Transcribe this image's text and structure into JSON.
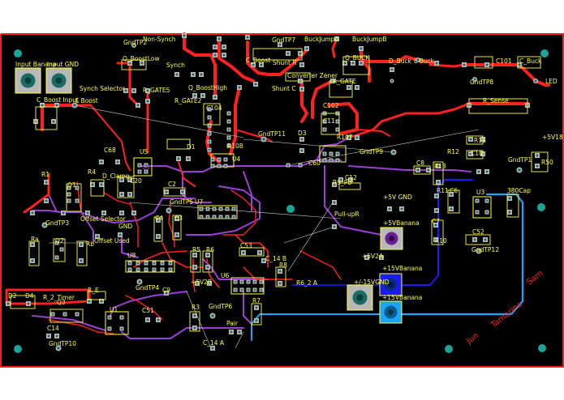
{
  "colors": {
    "board": "#000000",
    "outline": "#ff1a1a",
    "top_trace": "#ff2020",
    "bottom_trace": "#9b3fd6",
    "ground_trace": "#1aa6ff",
    "blue_trace": "#1a1aff",
    "silk": "#ffff3c",
    "pad": "#b8b8b8",
    "hole": "#1a6b63",
    "mount": "#1ca39a",
    "red_text": "#ff1a1a",
    "purple_text": "#9b3fd6"
  },
  "labels": {
    "GndTP2": "GndTP2",
    "NonSynch": "Non-Synch",
    "GndTP7": "GndTP7",
    "BuckJumpA": "BuckJumpA",
    "BuckJumpB": "BuckJumpB",
    "InputBanana": "Input Banana",
    "InputGND": "Input GND",
    "QBoostLow": "Q_BoostLow",
    "Synch": "Synch",
    "CBoost": "C_Boost",
    "ShuntR": "Shunt R",
    "QBuck": "Q_BUCK",
    "DBuck": "D_Buck",
    "LBuck": "L Buck",
    "C101": "C101",
    "CBuck": "C_Buck",
    "LED": "LED",
    "SynchSelector": "Synch Selector",
    "RGATE5": "R_GATE5",
    "QBoostHigh": "Q_BoostHigh",
    "ConverterZener": "Converter Zener",
    "ShuntC": "Shunt C",
    "RGATE": "R_GATE",
    "GndTP8": "GndTP8",
    "CBoostInput": "C_Boost Input",
    "LBoost": "L Boost",
    "RGATE2": "R_GATE2",
    "C104": "C104",
    "C102": "C102",
    "RSense": "R_Sense",
    "GndTP11": "GndTP11",
    "D3": "D3",
    "R107": "R107",
    "C11": "C11",
    "GndTP9": "GndTP9",
    "R108": "R108",
    "R16": "R16",
    "C10": "C10",
    "GndTP1": "GndTP1",
    "5V18": "+5V18",
    "C8": "C8",
    "C68": "C68",
    "U5": "U5",
    "D1": "D1",
    "U4": "U4",
    "R12": "R12",
    "R13": "R13",
    "R50": "R50",
    "C60": "C60",
    "R1": "R1",
    "R4": "R4",
    "DClamp": "D_Clamp",
    "C12": "C12",
    "U3": "U3",
    "Cap380": "380Cap",
    "C20": "C20",
    "C2": "C2",
    "Q1": "Q1",
    "GndTP5": "GndTP5",
    "U7": "U7",
    "R9Pullup": "R9_PU",
    "GND5V": "+5V GND",
    "R11": "R11",
    "C6": "C6",
    "GndTP3": "GndTP3",
    "OffsetSelector": "Offset Selector",
    "PullUpR": "Pull-upR",
    "Banana5V": "+5VBanana",
    "C7": "C7",
    "Ra": "Ra",
    "Q2": "Q2",
    "Rb": "Rb",
    "C4": "C4",
    "C3": "C3",
    "OffsetUsed": "Offset Used",
    "GND": "GND",
    "R10": "R10",
    "C52": "C52",
    "U8": "U8",
    "R5": "R5",
    "R6": "R6",
    "C53": "C53",
    "C14B": "C_14 B",
    "V5A2": "+5V2A",
    "Banana15": "+15VBanana",
    "GndTP12": "GndTP12",
    "R8": "R8",
    "GndTP4": "GndTP4",
    "C9": "C9",
    "V5_2": "+5V2B",
    "U6": "U6",
    "R62A": "R6_2 A",
    "PM15VGND": "+/-15VGND",
    "Banana15b": "+15VBanana",
    "D2": "D2",
    "D4": "D4",
    "R2Timer": "R_2_Timer",
    "Q3": "Q3",
    "RE": "R_E",
    "U1": "U1",
    "C51": "C51",
    "R3": "R3",
    "GndTP6": "GndTP6",
    "R7": "R7",
    "C14": "C14",
    "GndTP10": "GndTP10",
    "Pair": "Pair",
    "C14A": "C_14 A",
    "Jun": "Jun",
    "Tamarina": "Tamarina",
    "Sam": "Sam"
  }
}
